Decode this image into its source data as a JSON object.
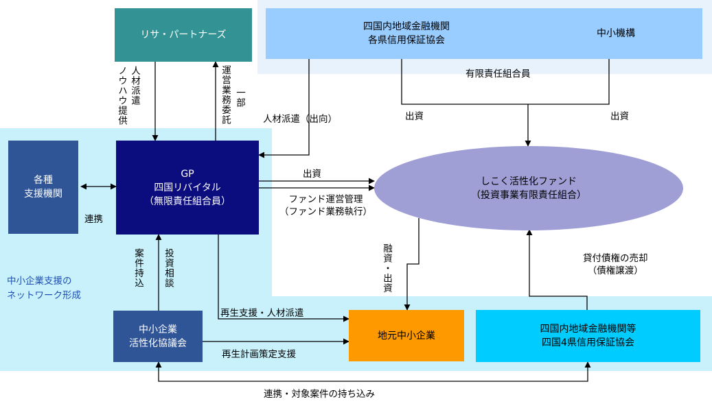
{
  "colors": {
    "region_light": "#e8f2fd",
    "region_cyan": "#c8f1fb",
    "risa_box": "#339294",
    "top_fin_box": "#99ccff",
    "gp_box": "#0b0d7e",
    "kakushu_box": "#2f5597",
    "kyogikai_box": "#2f5597",
    "fund_ellipse": "#9f9fd6",
    "jimoto_box": "#ff9900",
    "shikoku_fin_box": "#00ccff",
    "network_text": "#1f4fb5"
  },
  "boxes": {
    "risa": "リサ・パートナーズ",
    "top_fin_left": [
      "四国内地域金融機関",
      "各県信用保証協会"
    ],
    "top_fin_right": "中小機構",
    "gp": [
      "GP",
      "四国リバイタル",
      "（無限責任組合員）"
    ],
    "kakushu": [
      "各種",
      "支援機関"
    ],
    "fund": [
      "しこく活性化ファンド",
      "（投資事業有限責任組合）"
    ],
    "kyogikai": [
      "中小企業",
      "活性化協議会"
    ],
    "jimoto": "地元中小企業",
    "shikoku_fin": [
      "四国内地域金融機関等",
      "四国4県信用保証協会"
    ]
  },
  "labels": {
    "yugen": "有限責任組合員",
    "shusshi_left": "出資",
    "shusshi_right": "出資",
    "jinzai_shukko": "人材派遣（出向）",
    "gp_shusshi": "出資",
    "fund_kanri": [
      "ファンド運営管理",
      "（ファンド業務執行）"
    ],
    "renkei": "連携",
    "yushi": "融資・出資",
    "kashitsuke": [
      "貸付債権の売却",
      "（債権譲渡）"
    ],
    "network": [
      "中小企業支援の",
      "ネットワーク形成"
    ],
    "saisei_jinzai": "再生支援・人材派遣",
    "saisei_keikaku": "再生計画策定支援",
    "bottom": "連携・対象案件の持ち込み"
  },
  "vertical_labels": {
    "nouhau": "ノウハウ提供",
    "jinzai_haken": "人材派遣",
    "unei": "運営業務委託",
    "ichibu": "一部",
    "anken": "案件持込",
    "toshi": "投資相談"
  }
}
